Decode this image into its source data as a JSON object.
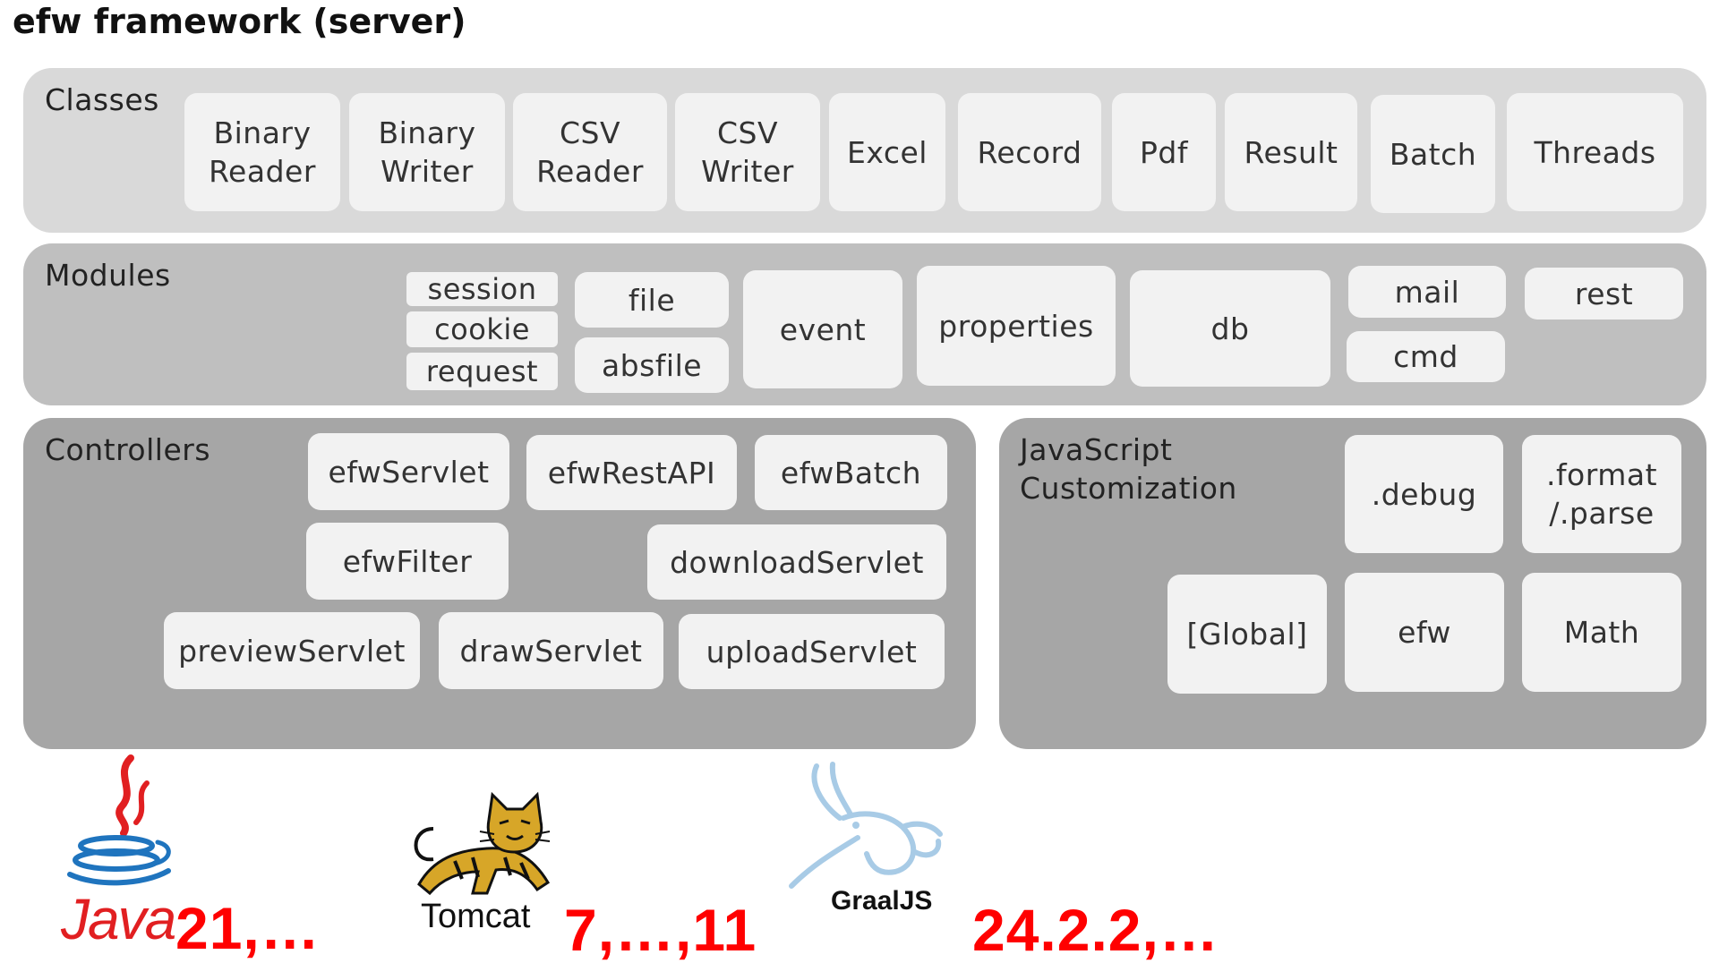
{
  "title": "efw framework (server)",
  "classes": {
    "label": "Classes",
    "items": [
      "Binary\nReader",
      "Binary\nWriter",
      "CSV\nReader",
      "CSV\nWriter",
      "Excel",
      "Record",
      "Pdf",
      "Result",
      "Batch",
      "Threads"
    ]
  },
  "modules": {
    "label": "Modules",
    "items": [
      "session",
      "cookie",
      "request",
      "file",
      "absfile",
      "event",
      "properties",
      "db",
      "mail",
      "cmd",
      "rest"
    ]
  },
  "controllers": {
    "label": "Controllers",
    "items": [
      "efwServlet",
      "efwRestAPI",
      "efwBatch",
      "efwFilter",
      "downloadServlet",
      "previewServlet",
      "drawServlet",
      "uploadServlet"
    ]
  },
  "js": {
    "label": "JavaScript\nCustomization",
    "items": [
      ".debug",
      ".format\n/.parse",
      "[Global]",
      "efw",
      "Math"
    ]
  },
  "runtimes": {
    "java": {
      "logo_text": "Java",
      "version": "21,…"
    },
    "tomcat": {
      "logo_text": "Tomcat",
      "version": "7,…,11"
    },
    "graaljs": {
      "logo_text": "GraalJS",
      "version": "24.2.2,…"
    }
  },
  "colors": {
    "classes_panel": "#d9d9d9",
    "modules_panel": "#bfbfbf",
    "controllers_panel": "#a6a6a6",
    "box": "#f2f2f2",
    "version_red": "#ff0000",
    "java_red": "#e11f21",
    "java_blue": "#1f74be",
    "graal_blue": "#a8cbe6",
    "tomcat_gold": "#d7a628"
  },
  "icons": [
    "java-logo-icon",
    "tomcat-logo-icon",
    "graaljs-logo-icon"
  ]
}
